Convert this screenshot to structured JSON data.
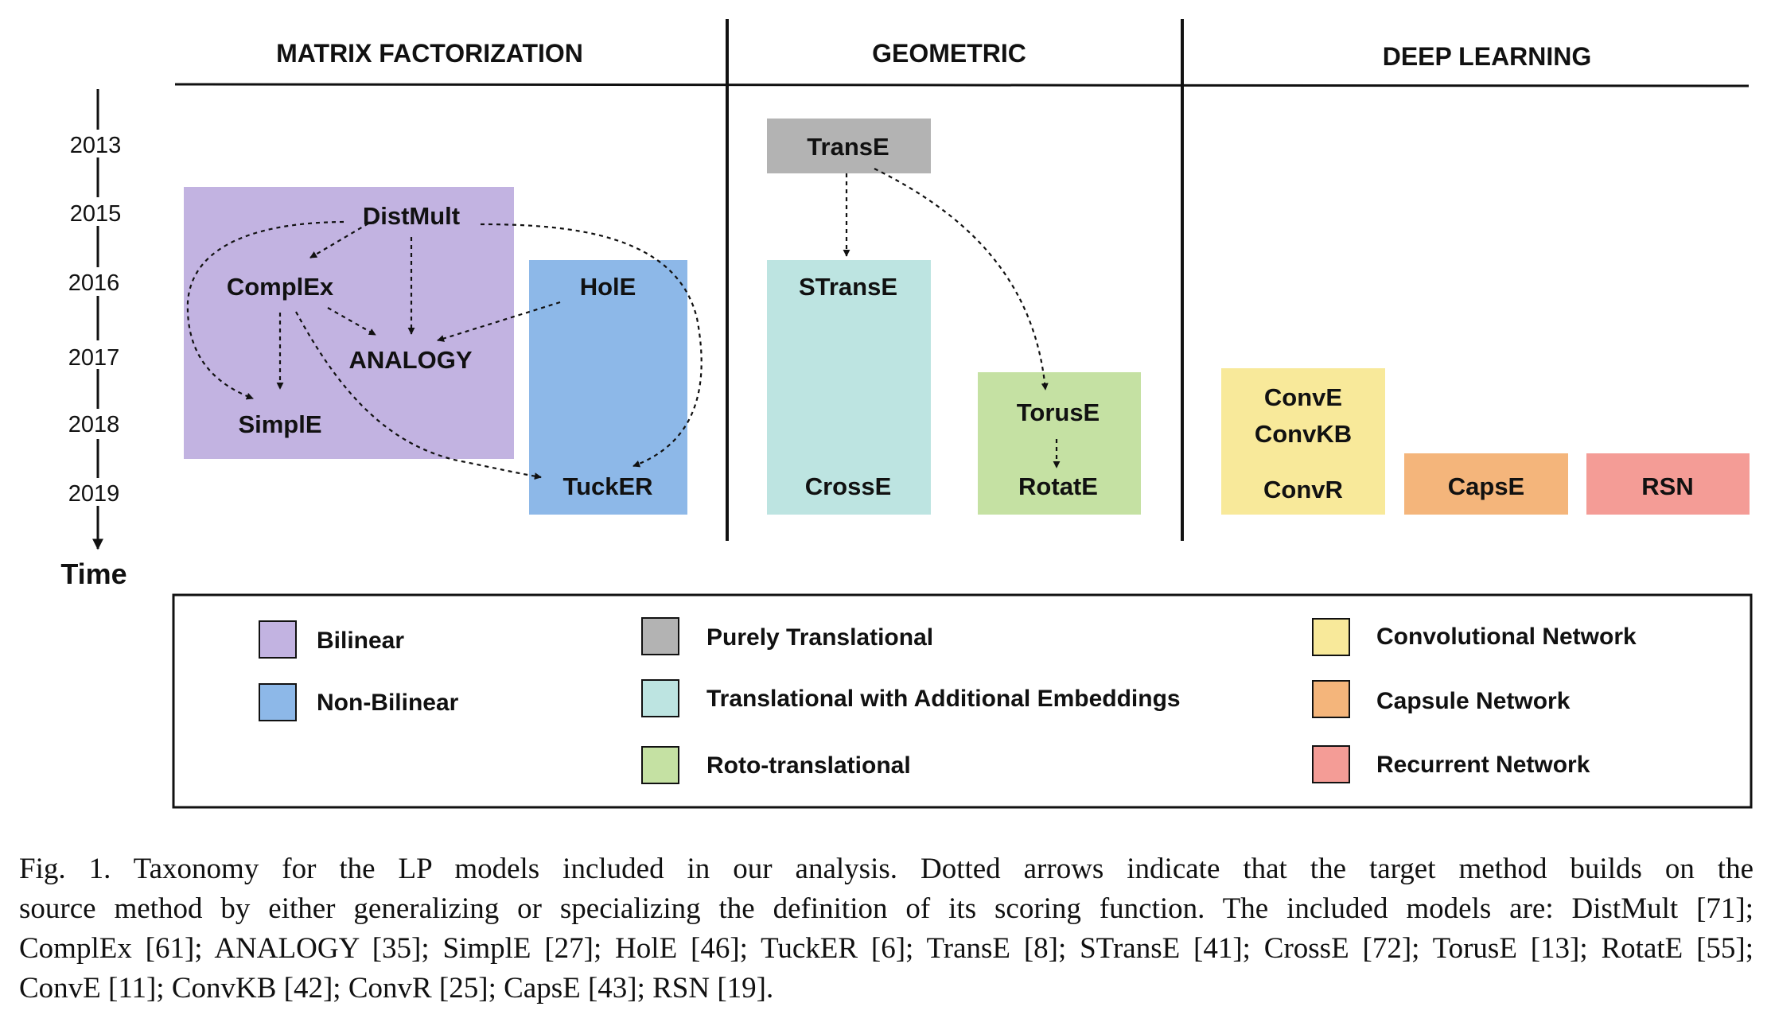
{
  "headers": {
    "matrix_factorization": "MATRIX FACTORIZATION",
    "geometric": "GEOMETRIC",
    "deep_learning": "DEEP LEARNING"
  },
  "timeline": {
    "years": [
      "2013",
      "2015",
      "2016",
      "2017",
      "2018",
      "2019"
    ],
    "axis_label": "Time"
  },
  "models": {
    "distmult": "DistMult",
    "complex": "ComplEx",
    "analogy": "ANALOGY",
    "simple": "SimplE",
    "hole": "HolE",
    "tucker": "TuckER",
    "transe": "TransE",
    "stranse": "STransE",
    "crosse": "CrossE",
    "toruse": "TorusE",
    "rotate": "RotatE",
    "conve": "ConvE",
    "convkb": "ConvKB",
    "convr": "ConvR",
    "capse": "CapsE",
    "rsn": "RSN"
  },
  "colors": {
    "bilinear": "#c2b3e1",
    "non_bilinear": "#8db8e8",
    "purely_translational": "#b3b3b3",
    "translational_additional": "#bde4e1",
    "roto_translational": "#c5e1a3",
    "convolutional": "#f8e99a",
    "capsule": "#f4b57b",
    "recurrent": "#f49c96"
  },
  "legend": {
    "bilinear": "Bilinear",
    "non_bilinear": "Non-Bilinear",
    "purely_translational": "Purely Translational",
    "translational_additional": "Translational with Additional Embeddings",
    "roto_translational": "Roto-translational",
    "convolutional": "Convolutional Network",
    "capsule": "Capsule Network",
    "recurrent": "Recurrent Network"
  },
  "caption": {
    "line1": "Fig. 1.  Taxonomy for the LP models included in our analysis.  Dotted arrows indicate that the target method builds on the",
    "line2": "source method by either generalizing or specializing the definition of its scoring function. The included models are: DistMult [71];",
    "line3": "ComplEx [61]; ANALOGY [35]; SimplE [27]; HolE [46]; TuckER [6]; TransE [8]; STransE [41]; CrossE [72]; TorusE [13]; RotatE [55];",
    "line4": "ConvE [11]; ConvKB [42]; ConvR [25]; CapsE [43]; RSN [19]."
  }
}
